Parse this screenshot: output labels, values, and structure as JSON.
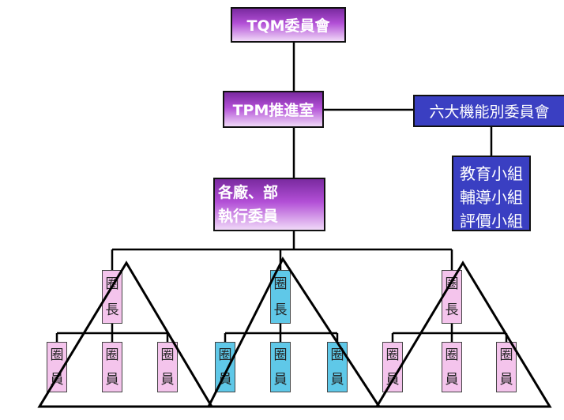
{
  "top": {
    "tqm": "TQM委員會",
    "tpm": "TPM推進室",
    "six": "六大機能別委員會"
  },
  "factory": {
    "line1": "各廠、部",
    "line2": "執行委員"
  },
  "groups": {
    "edu": "教育小組",
    "coach": "輔導小組",
    "eval": "評價小組"
  },
  "circle": {
    "leader_top": "圈",
    "leader_bottom": "長",
    "member_top": "圈",
    "member_bottom": "員"
  },
  "colors": {
    "purple": "#9b3fc8",
    "blue": "#3a3fc2",
    "pink": "#f4c4ec",
    "cyan": "#5fc8e8"
  }
}
